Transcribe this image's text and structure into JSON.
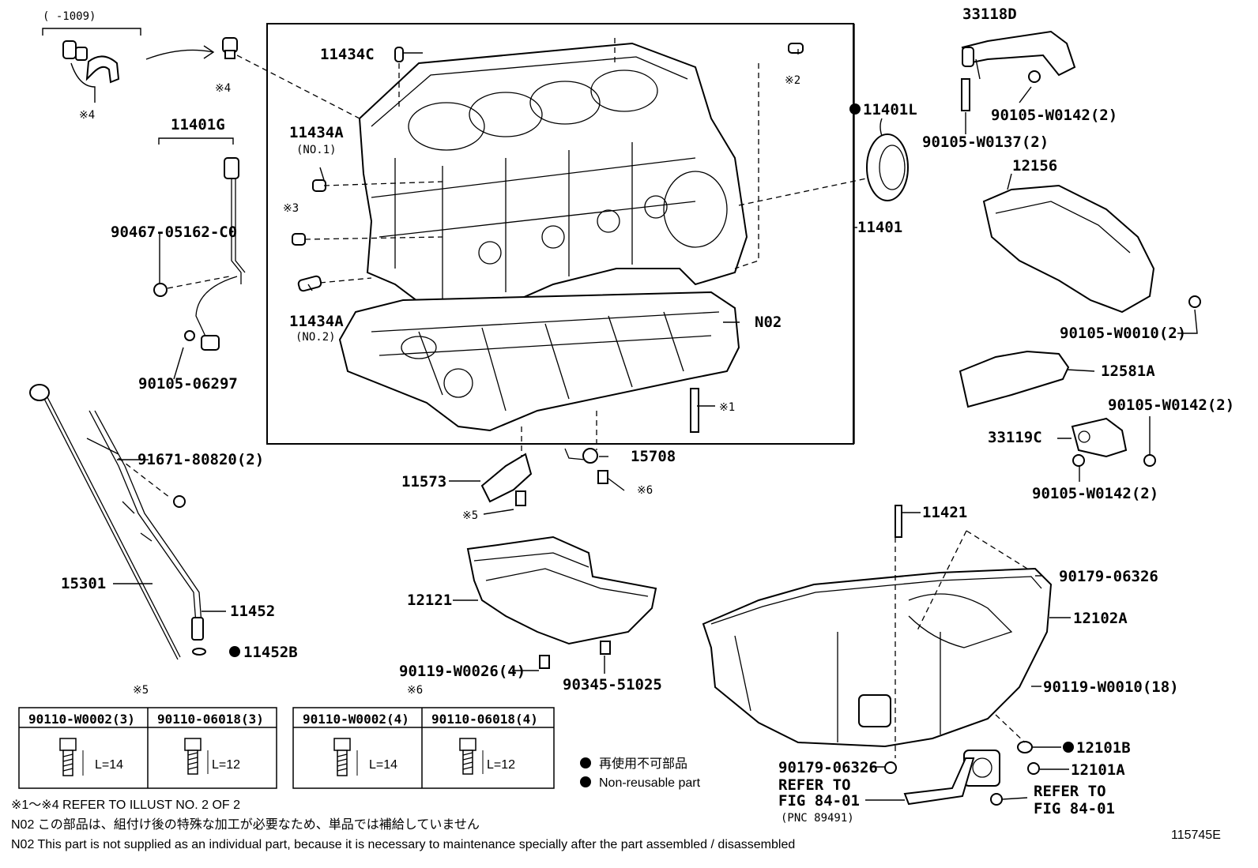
{
  "labels": {
    "p11401": "11401",
    "p11401L": "11401L",
    "p11401G": "11401G",
    "p11434C": "11434C",
    "p11434A_1": "11434A",
    "no1": "(NO.1)",
    "p11434A_2": "11434A",
    "no2": "(NO.2)",
    "p90467": "90467-05162-C0",
    "p90105_06297": "90105-06297",
    "n02": "N02",
    "p33118D": "33118D",
    "p90105_W0142_a": "90105-W0142(2)",
    "p90105_W0137": "90105-W0137(2)",
    "p12156": "12156",
    "p90105_W0010": "90105-W0010(2)",
    "p12581A": "12581A",
    "p90105_W0142_b": "90105-W0142(2)",
    "p33119C": "33119C",
    "p90105_W0142_c": "90105-W0142(2)",
    "p91671": "91671-80820(2)",
    "p15708": "15708",
    "p11573": "11573",
    "p15301": "15301",
    "p11452": "11452",
    "p11452B": "11452B",
    "p12121": "12121",
    "p90119_W0026": "90119-W0026(4)",
    "p90345": "90345-51025",
    "p11421": "11421",
    "p90179_a": "90179-06326",
    "p12102A": "12102A",
    "p90119_W0010": "90119-W0010(18)",
    "p12101B": "12101B",
    "p12101A": "12101A",
    "p90179_b": "90179-06326",
    "refer1a": "REFER TO",
    "refer1b": "FIG 84-01",
    "pnc": "(PNC 89491)",
    "refer2a": "REFER TO",
    "refer2b": "FIG 84-01",
    "range": "(   -1009)",
    "m1": "※1",
    "m2": "※2",
    "m3": "※3",
    "m4a": "※4",
    "m4b": "※4",
    "m5": "※5",
    "m6": "※6"
  },
  "tables": [
    {
      "marker": "※5",
      "columns": [
        {
          "header": "90110-W0002(3)",
          "length": "L=14"
        },
        {
          "header": "90110-06018(3)",
          "length": "L=12"
        }
      ]
    },
    {
      "marker": "※6",
      "columns": [
        {
          "header": "90110-W0002(4)",
          "length": "L=14"
        },
        {
          "header": "90110-06018(4)",
          "length": "L=12"
        }
      ]
    }
  ],
  "legend": {
    "jp": "再使用不可部品",
    "en": "Non-reusable part"
  },
  "notes": {
    "refer": "※1～※4  REFER TO ILLUST NO. 2 OF 2",
    "n02_jp": "N02  この部品は、組付け後の特殊な加工が必要なため、単品では補給していません",
    "n02_en": "N02  This part is not supplied as an individual part, because it is necessary to maintenance specially after the part assembled / disassembled"
  },
  "figure_id": "115745E"
}
